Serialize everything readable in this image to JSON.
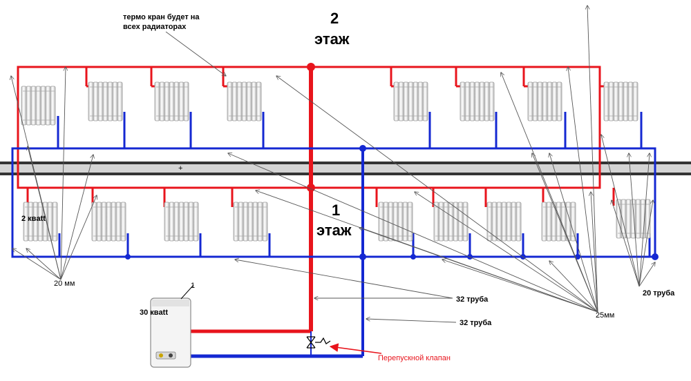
{
  "colors": {
    "supply": "#e8141c",
    "return": "#1428d2",
    "slab_dark": "#333333",
    "slab_light": "#d4d4d4",
    "leader": "#555555",
    "valve_label": "#e8141c",
    "radiator": "#f2f2f2"
  },
  "labels": {
    "thermo_note_line1": "термо кран будет на",
    "thermo_note_line2": "всех радиаторах",
    "floor2_number": "2",
    "floor2_word": "этаж",
    "floor1_number": "1",
    "floor1_word": "этаж",
    "radiator_power": "2 квatt",
    "pipe_20mm": "20 мм",
    "pipe_25mm": "25мм",
    "pipe_20_truba": "20 труба",
    "pipe_32_truba_a": "32 труба",
    "pipe_32_truba_b": "32 труба",
    "boiler_power": "30 квatt",
    "boiler_number": "1",
    "bypass_valve": "Перепускной клапан",
    "slab_mark": "+"
  },
  "icons": {
    "radiator": "radiator-icon",
    "boiler": "gas-boiler-icon",
    "valve": "bypass-valve-icon",
    "junction": "pipe-junction-dot"
  }
}
